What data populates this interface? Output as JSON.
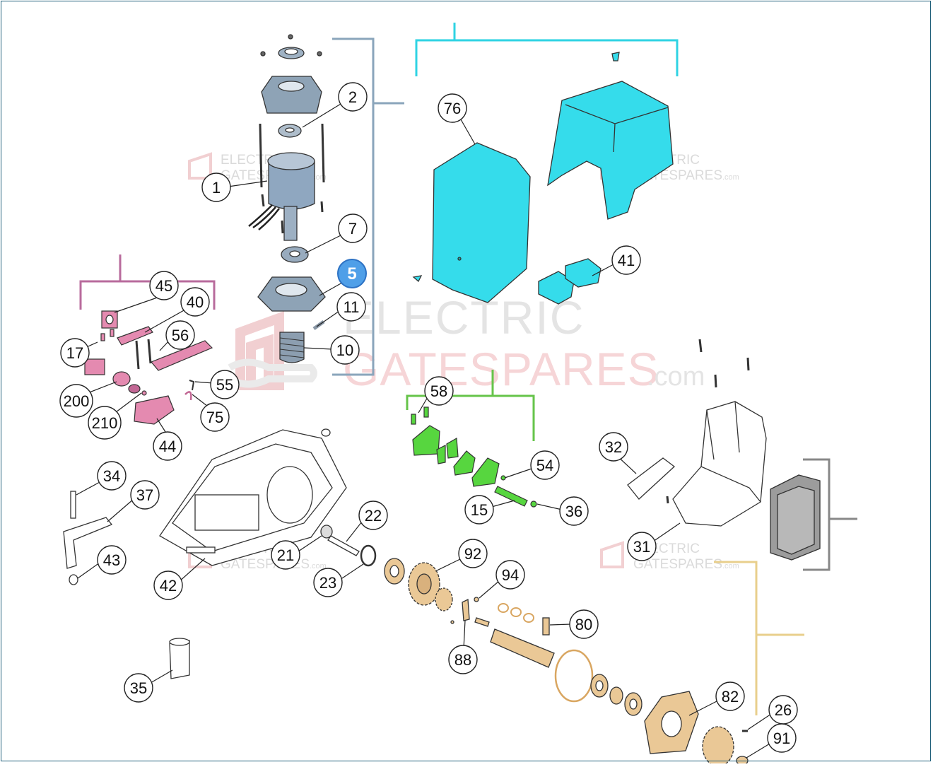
{
  "watermark": {
    "brand_line1": "ELECTRIC",
    "brand_line2": "GATESPARES",
    "brand_suffix": ".com"
  },
  "colors": {
    "motor_group_bracket": "#8aa5bb",
    "cover_group_bracket": "#2fd3e3",
    "cover_fill": "#35dceb",
    "limit_group_bracket": "#b86b9c",
    "limit_parts_fill": "#e48ab0",
    "board_group_bracket": "#66c44a",
    "board_parts_fill": "#57d63f",
    "gear_group_bracket": "#e8cf8c",
    "gear_parts_fill": "#eac896",
    "housing_bracket": "#888888",
    "part_outline": "#333333",
    "watermark": "#cfcfcf"
  },
  "callouts": [
    {
      "id": "c1",
      "label": "1"
    },
    {
      "id": "c2",
      "label": "2"
    },
    {
      "id": "c5",
      "label": "5",
      "badge": true
    },
    {
      "id": "c7",
      "label": "7"
    },
    {
      "id": "c10",
      "label": "10"
    },
    {
      "id": "c11",
      "label": "11"
    },
    {
      "id": "c15",
      "label": "15"
    },
    {
      "id": "c17",
      "label": "17"
    },
    {
      "id": "c21",
      "label": "21"
    },
    {
      "id": "c22",
      "label": "22"
    },
    {
      "id": "c23",
      "label": "23"
    },
    {
      "id": "c26",
      "label": "26"
    },
    {
      "id": "c31",
      "label": "31"
    },
    {
      "id": "c32",
      "label": "32"
    },
    {
      "id": "c34",
      "label": "34"
    },
    {
      "id": "c35",
      "label": "35"
    },
    {
      "id": "c36",
      "label": "36"
    },
    {
      "id": "c37",
      "label": "37"
    },
    {
      "id": "c40",
      "label": "40"
    },
    {
      "id": "c41",
      "label": "41"
    },
    {
      "id": "c42",
      "label": "42"
    },
    {
      "id": "c43",
      "label": "43"
    },
    {
      "id": "c44",
      "label": "44"
    },
    {
      "id": "c45",
      "label": "45"
    },
    {
      "id": "c54",
      "label": "54"
    },
    {
      "id": "c55",
      "label": "55"
    },
    {
      "id": "c56",
      "label": "56"
    },
    {
      "id": "c58",
      "label": "58"
    },
    {
      "id": "c75",
      "label": "75"
    },
    {
      "id": "c76",
      "label": "76"
    },
    {
      "id": "c80",
      "label": "80"
    },
    {
      "id": "c82",
      "label": "82"
    },
    {
      "id": "c88",
      "label": "88"
    },
    {
      "id": "c91",
      "label": "91"
    },
    {
      "id": "c92",
      "label": "92"
    },
    {
      "id": "c94",
      "label": "94"
    },
    {
      "id": "c200",
      "label": "200"
    },
    {
      "id": "c210",
      "label": "210"
    }
  ]
}
